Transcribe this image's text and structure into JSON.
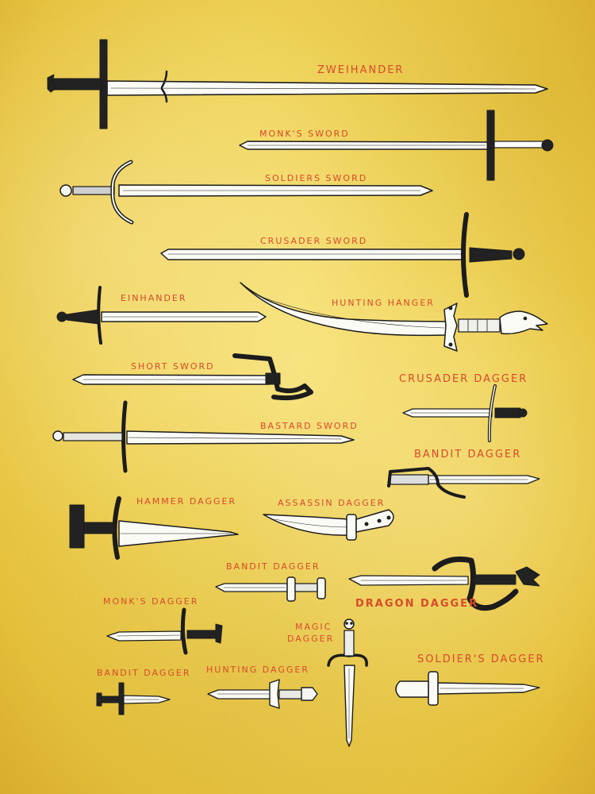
{
  "labels": {
    "zweihander": "ZWEIHANDER",
    "monks_sword": "MONK'S SWORD",
    "soldiers_sword": "SOLDIERS SWORD",
    "crusader_sword": "CRUSADER SWORD",
    "einhander": "EINHANDER",
    "hunting_hanger": "HUNTING HANGER",
    "short_sword": "SHORT SWORD",
    "crusader_dagger": "CRUSADER DAGGER",
    "bastard_sword": "BASTARD SWORD",
    "bandit_dagger_1": "BANDIT DAGGER",
    "hammer_dagger": "HAMMER DAGGER",
    "assassin_dagger": "ASSASSIN DAGGER",
    "bandit_dagger_2": "BANDIT DAGGER",
    "dragon_dagger": "DRAGON DAGGER",
    "monks_dagger": "MONK'S DAGGER",
    "magic_dagger_1": "MAGIC",
    "magic_dagger_2": "DAGGER",
    "soldiers_dagger": "SOLDIER'S DAGGER",
    "bandit_dagger_3": "BANDIT DAGGER",
    "hunting_dagger": "HUNTING DAGGER"
  },
  "colors": {
    "label": "#d94a2a",
    "ink": "#1c1c1c",
    "blade": "#fbfbf6",
    "background": "#f0d45a"
  }
}
